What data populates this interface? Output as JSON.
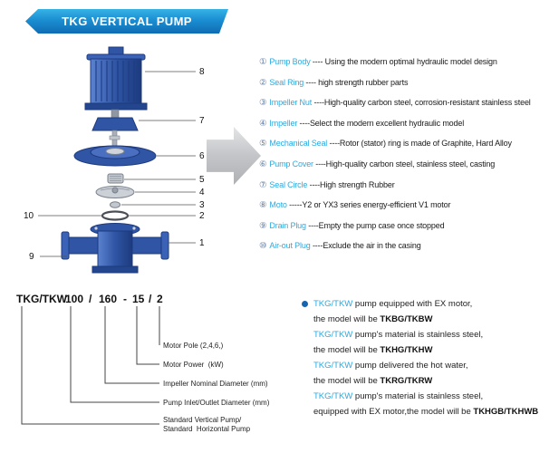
{
  "banner": {
    "title": "TKG VERTICAL PUMP"
  },
  "colors": {
    "accent_cyan": "#29abe2",
    "banner_blue_top": "#36b3e6",
    "banner_blue_bottom": "#0f6cb4",
    "pump_blue": "#2f55a4",
    "arrow_gray": "#c3c5c8",
    "bullet_blue": "#1565b0"
  },
  "icons": {
    "bullet": "filled-circle",
    "flow_arrow": "right-arrow"
  },
  "diagram": {
    "callouts": [
      "8",
      "7",
      "6",
      "5",
      "4",
      "3",
      "2",
      "10",
      "1",
      "9"
    ]
  },
  "parts": [
    {
      "marker": "①",
      "name": "Pump Body",
      "sep": " ---- ",
      "desc": "Using the modern optimal hydraulic model design"
    },
    {
      "marker": "②",
      "name": "Seal Ring",
      "sep": " ---- ",
      "desc": "high strength rubber parts"
    },
    {
      "marker": "③",
      "name": "Impeller Nut",
      "sep": " ----",
      "desc": "High-quality carbon steel, corrosion-resistant stainless steel"
    },
    {
      "marker": "④",
      "name": "Impeller",
      "sep": " ----",
      "desc": "Select the modern excellent hydraulic model"
    },
    {
      "marker": "⑤",
      "name": "Mechanical Seal",
      "sep": " ----",
      "desc": "Rotor (stator) ring is made of Graphite, Hard Alloy"
    },
    {
      "marker": "⑥",
      "name": "Pump Cover",
      "sep": " ----",
      "desc": "High-quality carbon steel, stainless steel, casting"
    },
    {
      "marker": "⑦",
      "name": "Seal Circle",
      "sep": " ----",
      "desc": "High strength Rubber"
    },
    {
      "marker": "⑧",
      "name": "Moto",
      "sep": " -----",
      "desc": "Y2 or YX3 series energy-efficient V1 motor"
    },
    {
      "marker": "⑨",
      "name": "Drain Plug",
      "sep": " ----",
      "desc": "Empty the pump case once stopped"
    },
    {
      "marker": "⑩",
      "name": "Air-out Plug",
      "sep": " ----",
      "desc": "Exclude the air in the casing"
    }
  ],
  "model_code": {
    "tokens": {
      "series": "TKG/TKW",
      "inlet": "100",
      "slash1": "/",
      "impeller": "160",
      "dash": "-",
      "power": "15",
      "slash2": "/",
      "pole": "2"
    },
    "labels": {
      "pole": "Motor Pole (2,4,6,)",
      "power": "Motor Power  (kW)",
      "impeller": "Impeller Nominal Diameter (mm)",
      "inlet": "Pump Inlet/Outlet Diameter (mm)",
      "series1": "Standard Vertical Pump/",
      "series2": "Standard  Horizontal Pump"
    }
  },
  "notes": [
    {
      "lead": "TKG/TKW",
      "rest": " pump equipped with EX motor,",
      "line2": "the model will be ",
      "model": "TKBG/TKBW"
    },
    {
      "lead": "TKG/TKW",
      "rest": " pump's material is stainless steel,",
      "line2": "the model will be ",
      "model": "TKHG/TKHW"
    },
    {
      "lead": "TKG/TKW",
      "rest": " pump delivered the hot water,",
      "line2": "the model will be ",
      "model": "TKRG/TKRW"
    },
    {
      "lead": "TKG/TKW",
      "rest": " pump's material is stainless steel,",
      "line2": "equipped with EX motor,the model will be ",
      "model": "TKHGB/TKHWB"
    }
  ]
}
